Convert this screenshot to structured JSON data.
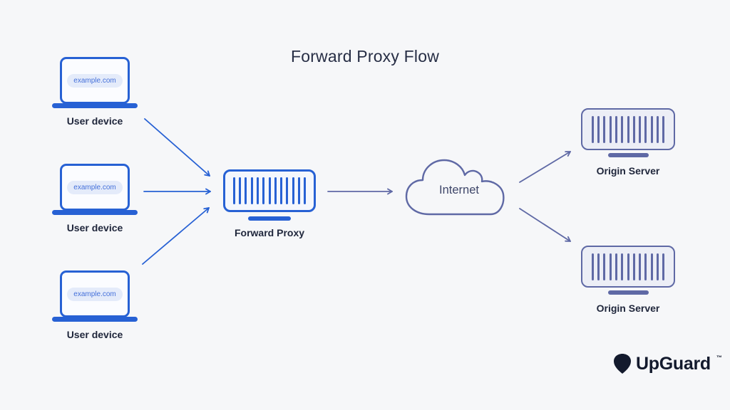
{
  "title": "Forward Proxy Flow",
  "colors": {
    "background": "#F6F7F9",
    "device_blue": "#2761D4",
    "server_slate": "#5F69A5",
    "label_text": "#20273C",
    "internet_text": "#3E4669",
    "pill_bg": "#E4EBFA",
    "pill_text": "#4470DA",
    "proxy_fill": "#F4F7FD",
    "origin_fill": "#ECEEF6",
    "laptop_fill": "#FBFCFF",
    "logo_dark": "#131A2D"
  },
  "user_devices": [
    {
      "label": "User device",
      "browser_url": "example.com"
    },
    {
      "label": "User device",
      "browser_url": "example.com"
    },
    {
      "label": "User device",
      "browser_url": "example.com"
    }
  ],
  "forward_proxy": {
    "label": "Forward Proxy"
  },
  "internet": {
    "label": "Internet"
  },
  "origin_servers": [
    {
      "label": "Origin Server"
    },
    {
      "label": "Origin Server"
    }
  ],
  "logo": {
    "brand": "UpGuard",
    "trademark": "™"
  }
}
